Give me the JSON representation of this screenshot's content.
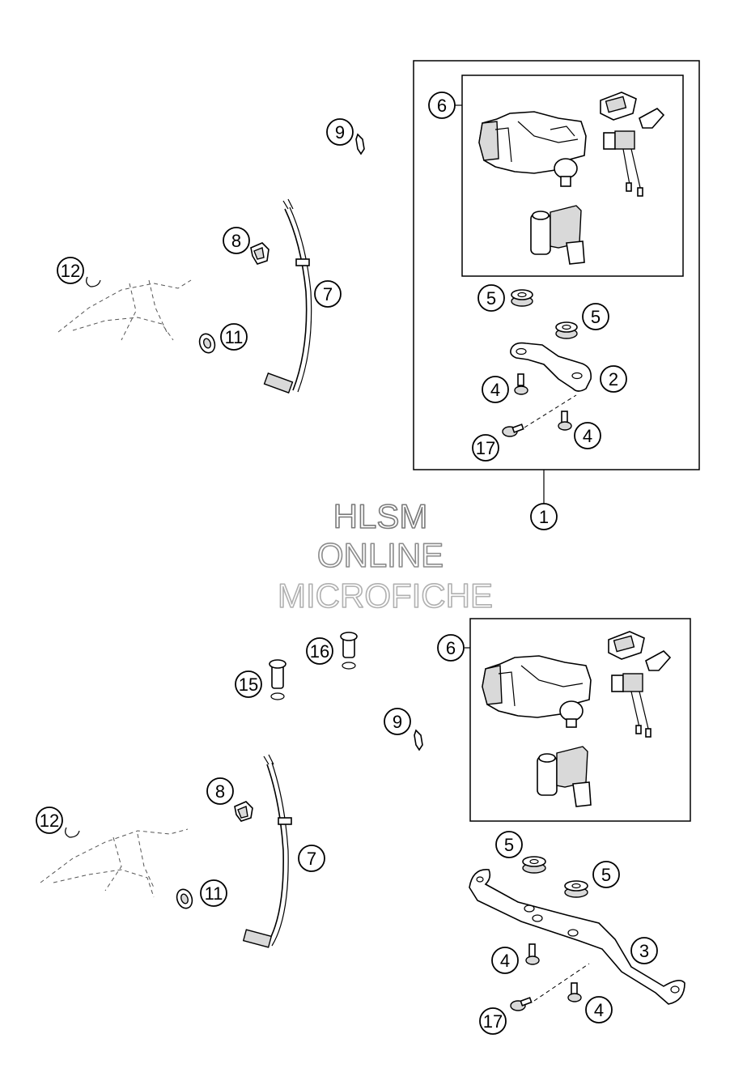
{
  "watermark": {
    "line1": "HLSM",
    "line2": "ONLINE",
    "line3": "MICROFICHE"
  },
  "callouts": {
    "c1": "1",
    "c2": "2",
    "c3": "3",
    "c4": "4",
    "c5": "5",
    "c6": "6",
    "c7": "7",
    "c8": "8",
    "c9": "9",
    "c11": "11",
    "c12": "12",
    "c15": "15",
    "c16": "16",
    "c17": "17"
  },
  "colors": {
    "line": "#000000",
    "background": "#ffffff",
    "watermark_stroke": "#7a7a7a",
    "watermark_stroke_light": "#b0b0b0"
  }
}
